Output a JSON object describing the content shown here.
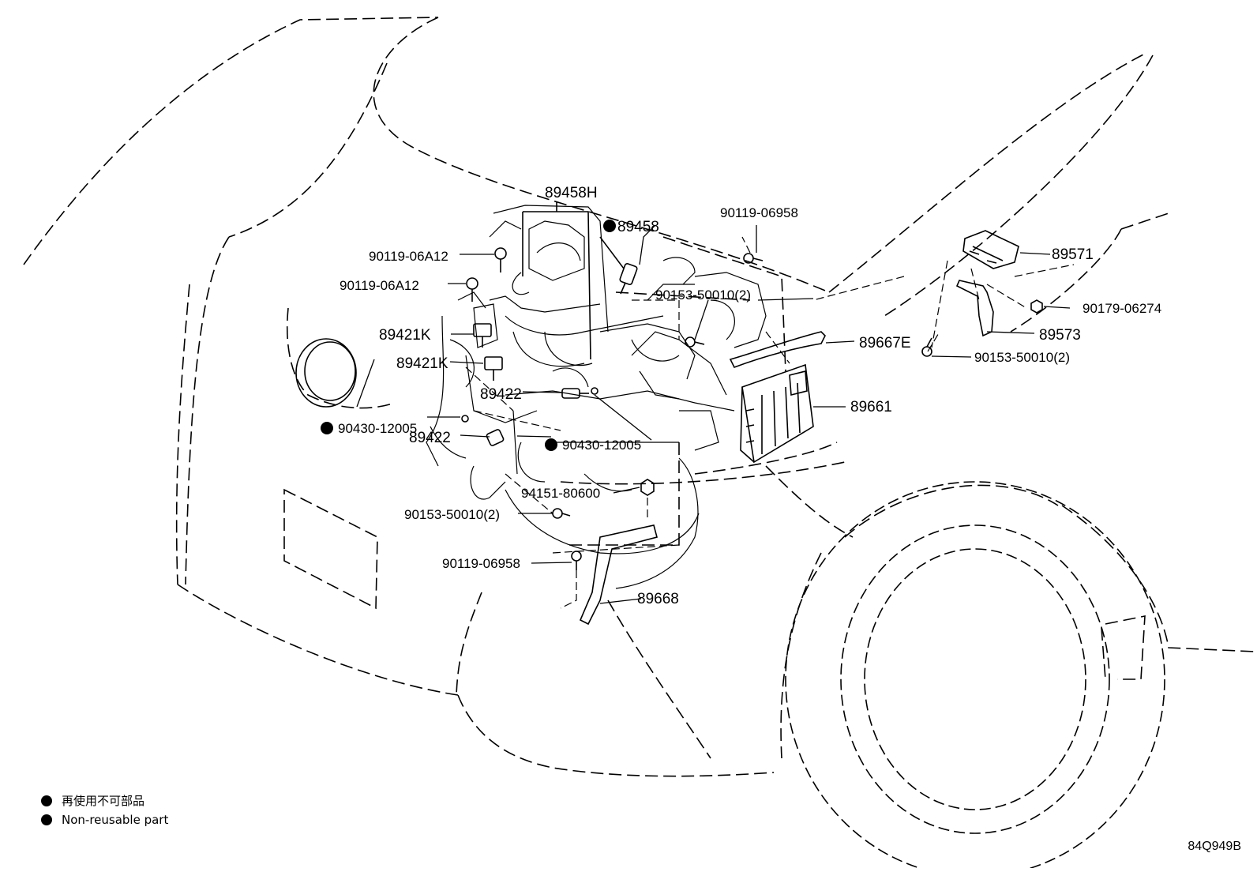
{
  "part_labels": {
    "p89458H": "89458H",
    "p89458": "89458",
    "p90119_06958_top": "90119-06958",
    "p90119_06A12_a": "90119-06A12",
    "p90119_06A12_b": "90119-06A12",
    "p89421K_a": "89421K",
    "p89421K_b": "89421K",
    "p89422_a": "89422",
    "p89422_b": "89422",
    "p90430_12005_a": "90430-12005",
    "p90430_12005_b": "90430-12005",
    "p90153_50010_top": "90153-50010(2)",
    "p90153_50010_mid": "90153-50010(2)",
    "p90153_50010_right": "90153-50010(2)",
    "p89667E": "89667E",
    "p89661": "89661",
    "p94151_80600": "94151-80600",
    "p90119_06958_bot": "90119-06958",
    "p89668": "89668",
    "p89571": "89571",
    "p89573": "89573",
    "p90179_06274": "90179-06274"
  },
  "legend": {
    "jp": "再使用不可部品",
    "en": "Non-reusable part"
  },
  "drawing_id": "84Q949B"
}
